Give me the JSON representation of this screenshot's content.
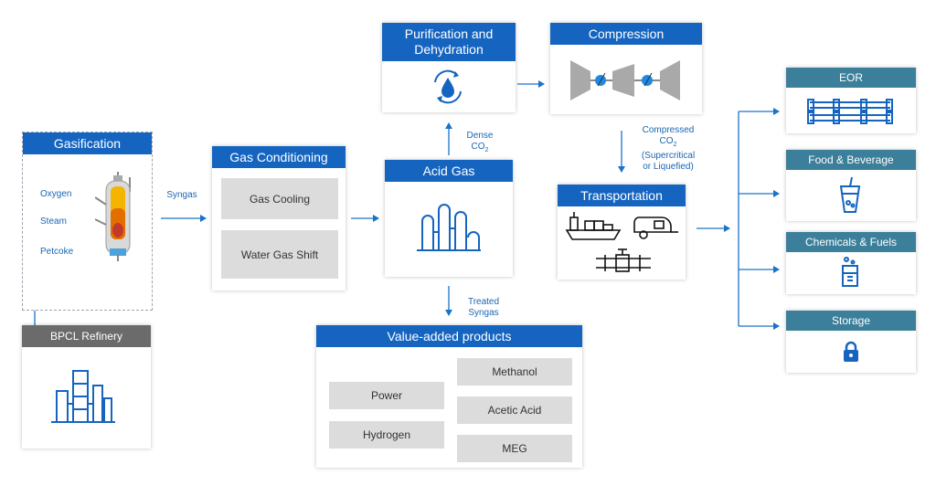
{
  "colors": {
    "primary": "#1565c0",
    "teal": "#3b7f9a",
    "gray": "#6b6b6b",
    "box": "#dcdcdc",
    "arrow": "#1a73c8"
  },
  "gasification": {
    "title": "Gasification",
    "inputs": [
      "Oxygen",
      "Steam",
      "Petcoke"
    ],
    "icon": "gasifier-icon"
  },
  "refinery": {
    "title": "BPCL Refinery",
    "icon": "refinery-icon"
  },
  "syngas_label": "Syngas",
  "conditioning": {
    "title": "Gas Conditioning",
    "steps": [
      "Gas Cooling",
      "Water Gas Shift"
    ]
  },
  "acid_gas": {
    "title": "Acid Gas",
    "icon": "acid-gas-plant-icon"
  },
  "dense_co2": {
    "line1": "Dense",
    "line2": "CO",
    "sub": "2"
  },
  "treated_syngas": {
    "line1": "Treated",
    "line2": "Syngas"
  },
  "purification": {
    "title_line1": "Purification and",
    "title_line2": "Dehydration",
    "icon": "water-drop-cycle-icon"
  },
  "compression": {
    "title": "Compression",
    "icon": "compressor-icon"
  },
  "compressed_co2": {
    "line1": "Compressed",
    "line2": "CO",
    "sub": "2",
    "line3": "(Supercritical",
    "line4": "or Liquefied)"
  },
  "transportation": {
    "title": "Transportation",
    "icons": [
      "ship-icon",
      "tanker-trailer-icon",
      "pipeline-icon"
    ]
  },
  "value_added": {
    "title": "Value-added products",
    "left": [
      "Power",
      "Hydrogen"
    ],
    "right": [
      "Methanol",
      "Acetic Acid",
      "MEG"
    ]
  },
  "destinations": [
    {
      "title": "EOR",
      "icon": "pipes-icon"
    },
    {
      "title": "Food & Beverage",
      "icon": "drink-cup-icon"
    },
    {
      "title": "Chemicals & Fuels",
      "icon": "beaker-icon"
    },
    {
      "title": "Storage",
      "icon": "lock-icon"
    }
  ]
}
